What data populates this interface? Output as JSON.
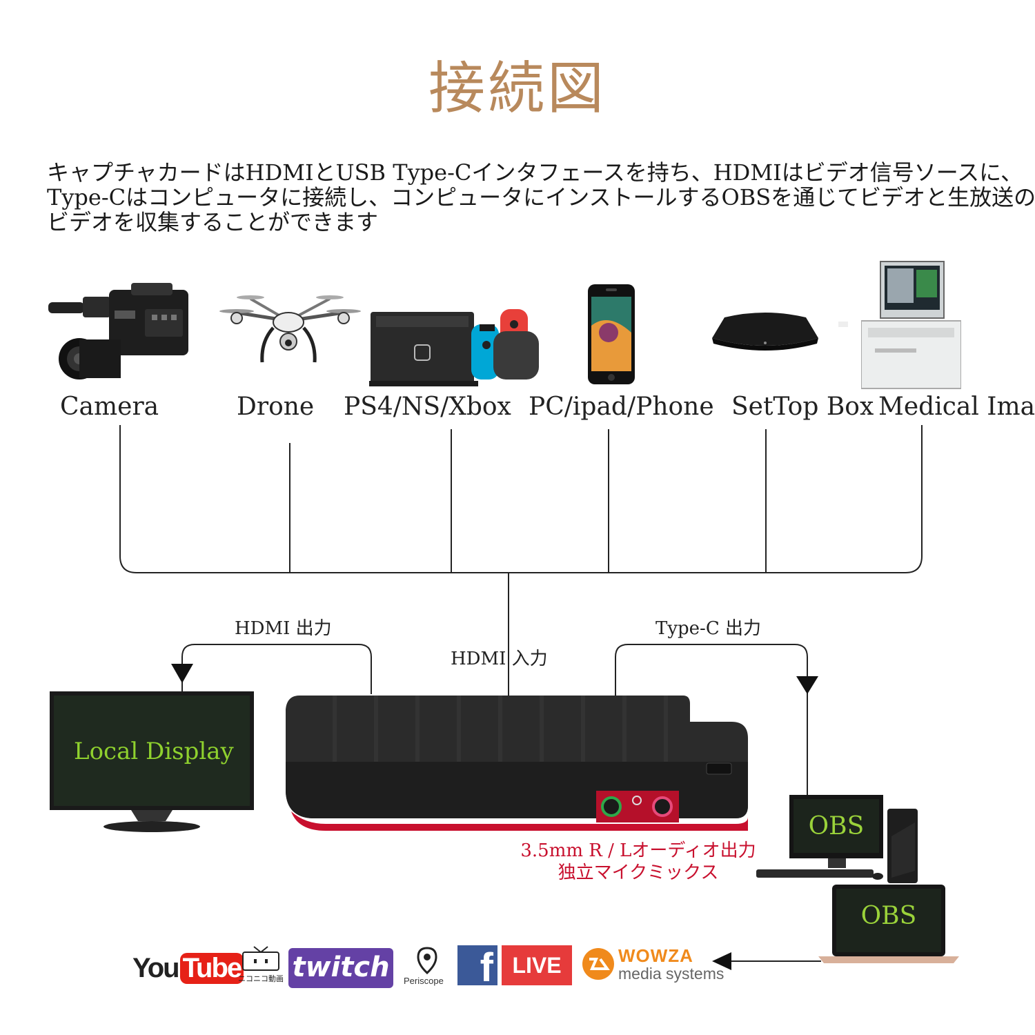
{
  "title": "接続図",
  "description": [
    "キャプチャカードはHDMIとUSB Type-Cインタフェースを持ち、HDMIはビデオ信号ソースに、",
    "Type-Cはコンピュータに接続し、コンピュータにインストールするOBSを通じてビデオと生放送の",
    "ビデオを収集することができます"
  ],
  "devices": [
    {
      "label": "Camera",
      "icon": "video-camera-icon"
    },
    {
      "label": "Drone",
      "icon": "drone-icon"
    },
    {
      "label": "PS4/NS/Xbox",
      "icon": "game-console-icon"
    },
    {
      "label": "PC/ipad/Phone",
      "icon": "smartphone-icon"
    },
    {
      "label": "SetTop Box",
      "icon": "set-top-box-icon"
    },
    {
      "label": "Medical Imag",
      "icon": "medical-imaging-icon"
    }
  ],
  "connections": {
    "hdmi_out": "HDMI 出力",
    "hdmi_in": "HDMI 入力",
    "typec_out": "Type-C 出力"
  },
  "local_display": "Local Display",
  "obs_desktop": "OBS",
  "obs_laptop": "OBS",
  "audio_label_1": "3.5mm R / Lオーディオ出力",
  "audio_label_2": "独立マイクミックス",
  "platforms": {
    "youtube_you": "You",
    "youtube_tube": "Tube",
    "niconico": "ニコニコ動画",
    "twitch": "twitch",
    "periscope": "Periscope",
    "facebook_f": "f",
    "facebook_live": "LIVE",
    "wowza": "WOWZA",
    "wowza_sub": "media systems"
  },
  "colors": {
    "title": "#b8895c",
    "screen_text": "#8fd12e",
    "audio_text": "#c8102e",
    "youtube_red": "#e62117",
    "twitch_purple": "#6441a5",
    "facebook_blue": "#3b5998",
    "wowza_orange": "#f08a1c"
  }
}
